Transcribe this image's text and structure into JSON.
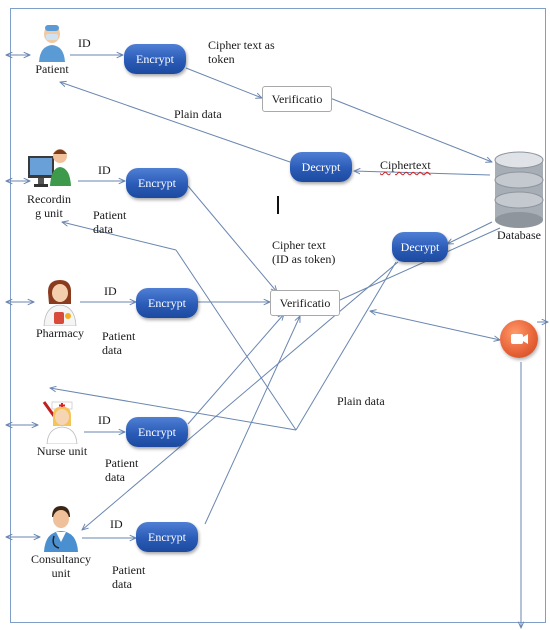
{
  "actors": {
    "patient": "Patient",
    "recording_unit": "Recordin\ng unit",
    "pharmacy": "Pharmacy",
    "nurse_unit": "Nurse unit",
    "consultancy_unit": "Consultancy\nunit",
    "database": "Database"
  },
  "nodes": {
    "encrypt": "Encrypt",
    "decrypt": "Decrypt",
    "verification": "Verificatio"
  },
  "labels": {
    "id": "ID",
    "patient_data": "Patient\ndata",
    "cipher_text_as_token": "Cipher text as\ntoken",
    "plain_data": "Plain data",
    "ciphertext": "Ciphertext",
    "cipher_text_id_as_token": "Cipher text\n(ID as token)"
  },
  "colors": {
    "node_blue": "#2a5bb7",
    "arrow": "#6a86b0",
    "alert_orange": "#e8653a",
    "spellcheck_red": "#d02020"
  },
  "icons": {
    "patient": "patient-icon",
    "recording_unit": "desktop-computer-icon",
    "pharmacy": "pharmacist-icon",
    "nurse_unit": "nurse-icon",
    "consultancy_unit": "doctor-icon",
    "database": "database-icon",
    "alert": "video-alert-icon"
  }
}
